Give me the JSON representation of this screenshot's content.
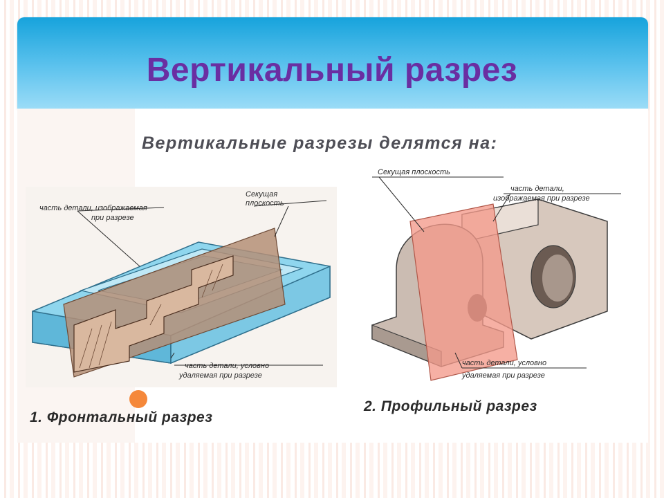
{
  "slide": {
    "title": "Вертикальный разрез",
    "subtitle": "Вертикальные разрезы делятся на:"
  },
  "figure_frontal": {
    "caption": "1. Фронтальный разрез",
    "label_cutting_plane_1": "Секущая",
    "label_cutting_plane_2": "плоскость",
    "label_shown_part_1": "часть детали, изображаемая",
    "label_shown_part_2": "при разрезе",
    "label_removed_part_1": "часть детали, условно",
    "label_removed_part_2": "удаляемая при разрезе"
  },
  "figure_profile": {
    "caption": "2. Профильный разрез",
    "label_cutting_plane": "Секущая плоскость",
    "label_shown_part_1": "часть детали,",
    "label_shown_part_2": "изображаемая при разрезе",
    "label_removed_part_1": "часть детали, условно",
    "label_removed_part_2": "удаляемая при разрезе"
  },
  "colors": {
    "title": "#6a2ea2",
    "header_gradient_top": "#17a3dc",
    "bullet": "#f5883a",
    "part_blue": "#8fd6ee",
    "section_brown": "#b58f77",
    "plane_pink": "#f39a8a",
    "part_grey": "#cbbcb2"
  }
}
